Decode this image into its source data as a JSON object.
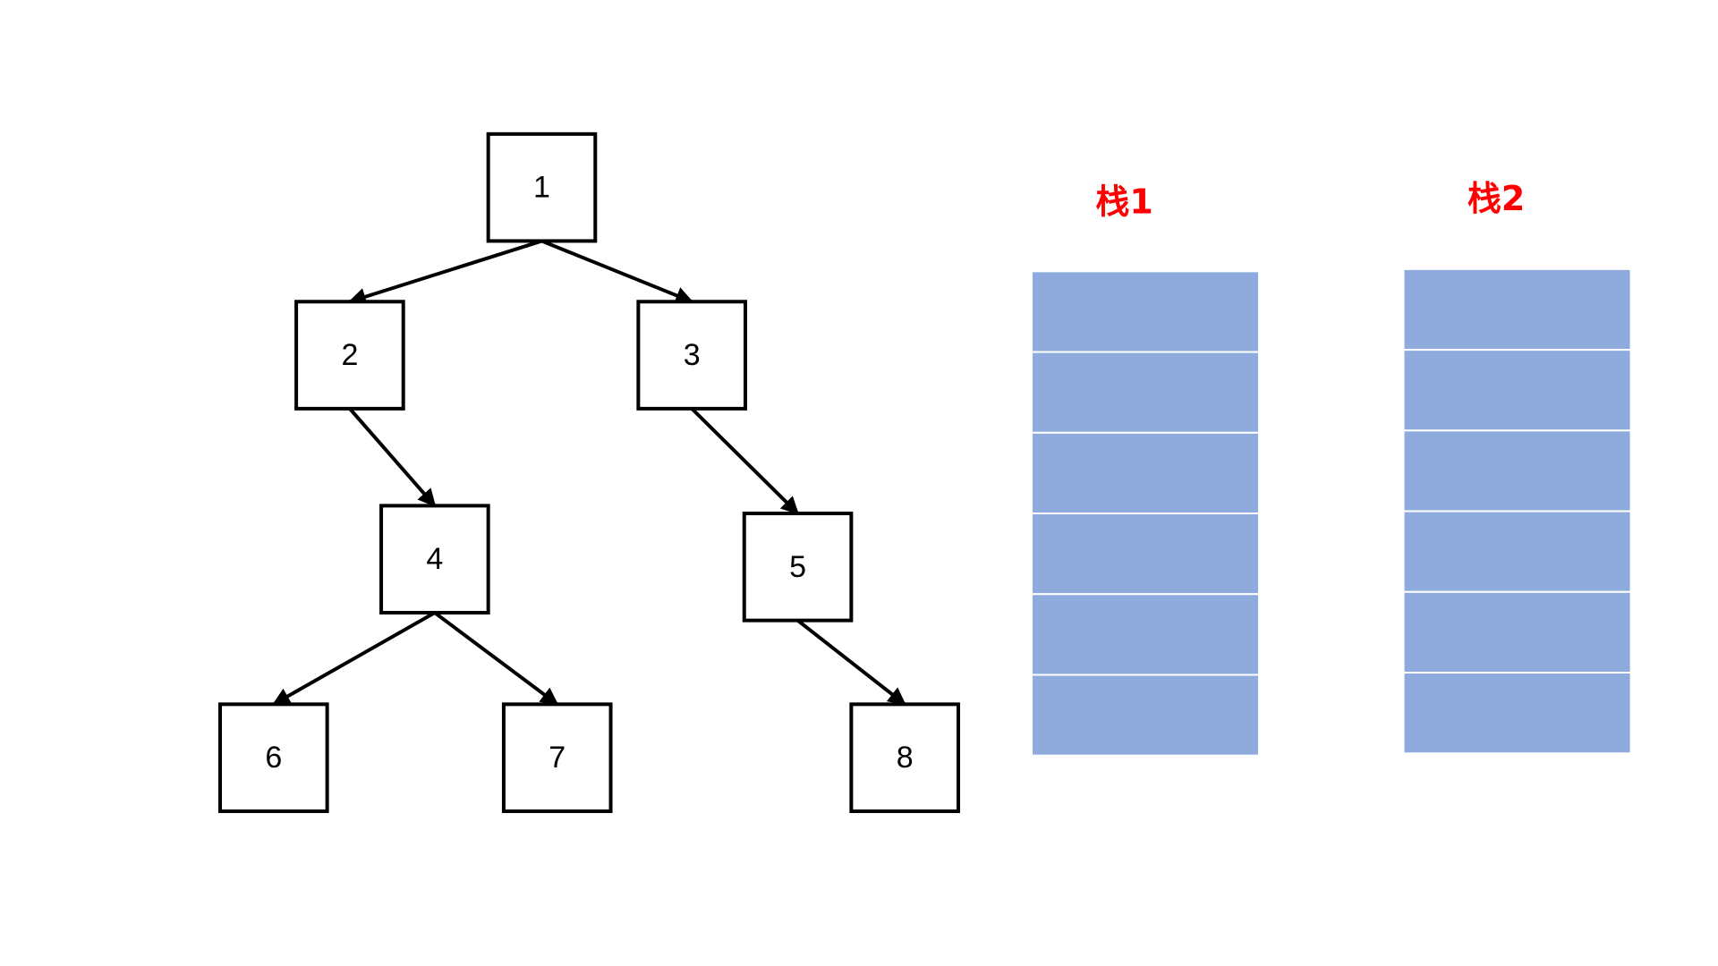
{
  "colors": {
    "stack_fill": "#8faadc",
    "stack_title": "#ff0000",
    "node_stroke": "#000000"
  },
  "tree": {
    "nodes": [
      {
        "id": "1",
        "label": "1"
      },
      {
        "id": "2",
        "label": "2"
      },
      {
        "id": "3",
        "label": "3"
      },
      {
        "id": "4",
        "label": "4"
      },
      {
        "id": "5",
        "label": "5"
      },
      {
        "id": "6",
        "label": "6"
      },
      {
        "id": "7",
        "label": "7"
      },
      {
        "id": "8",
        "label": "8"
      }
    ],
    "edges": [
      {
        "from": "1",
        "to": "2"
      },
      {
        "from": "1",
        "to": "3"
      },
      {
        "from": "2",
        "to": "4"
      },
      {
        "from": "3",
        "to": "5"
      },
      {
        "from": "4",
        "to": "6"
      },
      {
        "from": "4",
        "to": "7"
      },
      {
        "from": "5",
        "to": "8"
      }
    ]
  },
  "stacks": [
    {
      "id": "stack1",
      "title": "栈1",
      "cells": 6
    },
    {
      "id": "stack2",
      "title": "栈2",
      "cells": 6
    }
  ]
}
